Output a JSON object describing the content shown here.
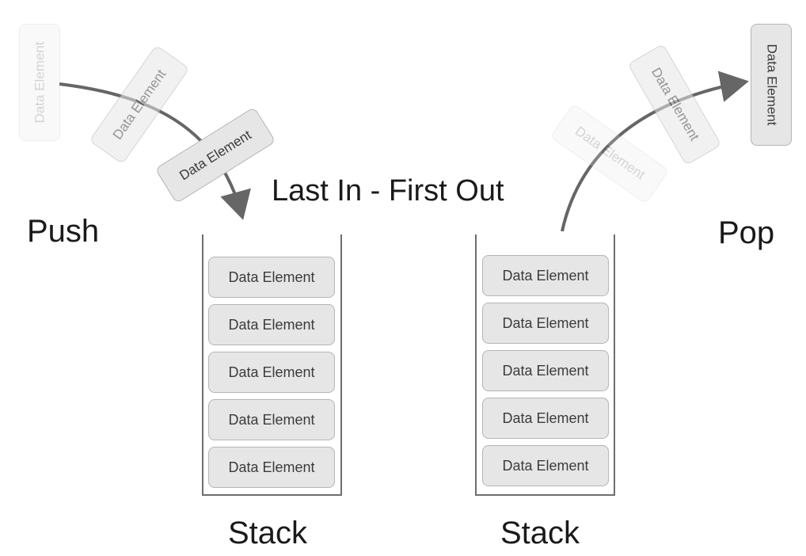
{
  "title": "Last In - First Out",
  "push_label": "Push",
  "pop_label": "Pop",
  "left_stack": {
    "label": "Stack",
    "items": [
      "Data Element",
      "Data Element",
      "Data Element",
      "Data Element",
      "Data Element"
    ]
  },
  "right_stack": {
    "label": "Stack",
    "items": [
      "Data Element",
      "Data Element",
      "Data Element",
      "Data Element",
      "Data Element"
    ]
  },
  "push_motion": [
    "Data Element",
    "Data Element",
    "Data Element"
  ],
  "pop_motion": [
    "Data Element",
    "Data Element",
    "Data Element"
  ],
  "colors": {
    "block_fill": "#e6e6e6",
    "block_border": "#b5b5b5",
    "arrow": "#666666",
    "container": "#6e6e6e"
  }
}
